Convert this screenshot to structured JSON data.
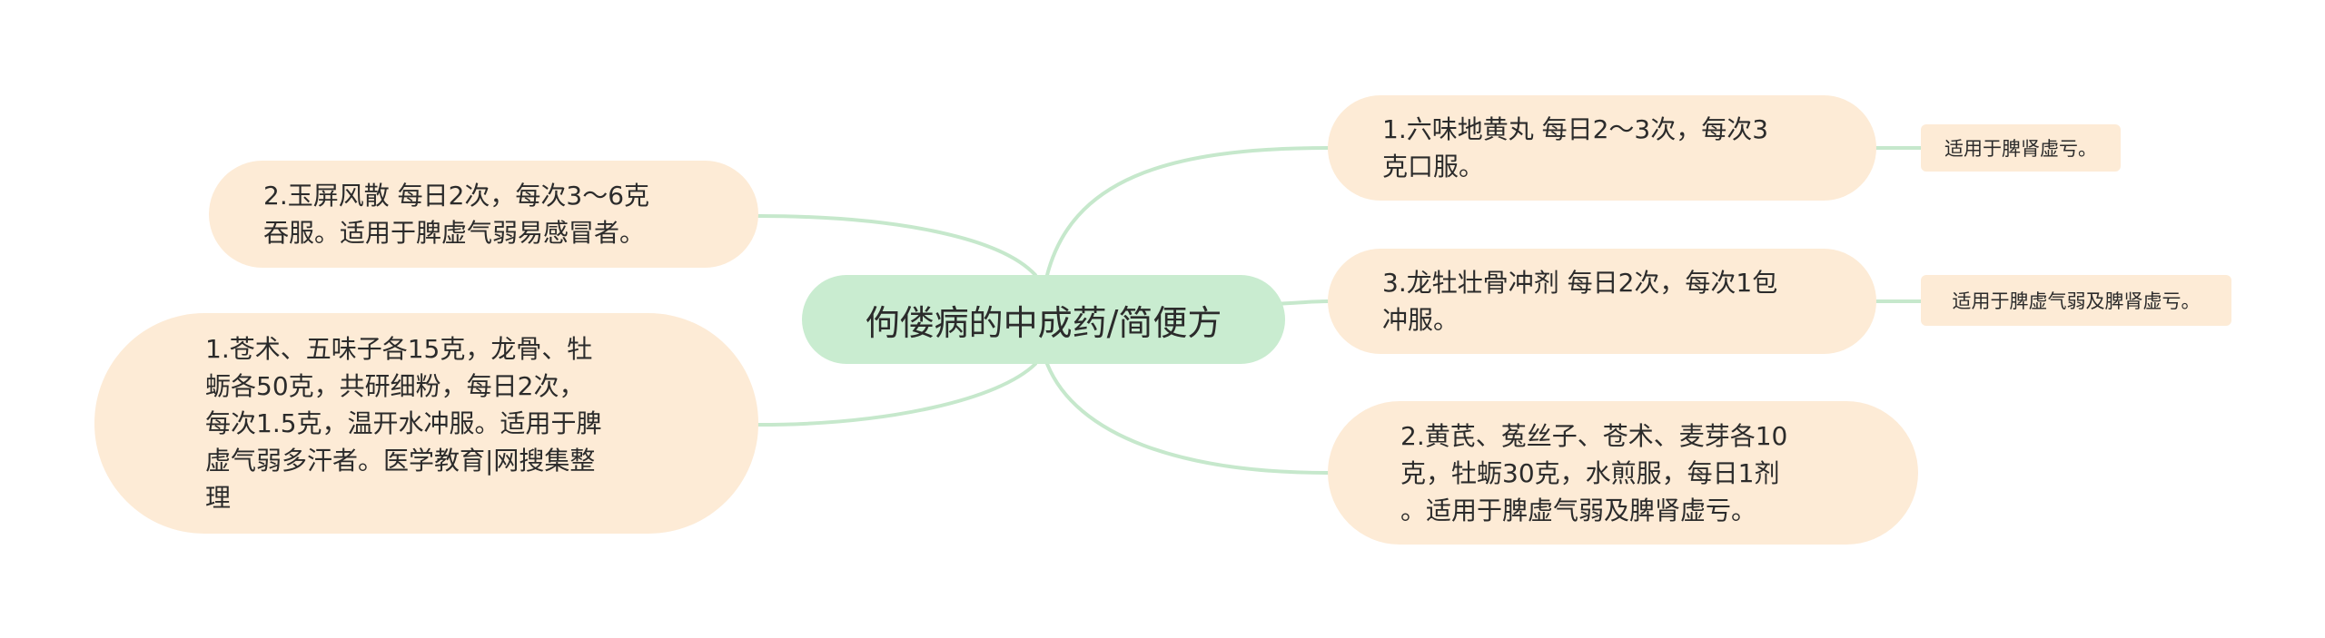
{
  "central": "佝偻病的中成药/简便方",
  "right_branches": [
    {
      "text": "1.六味地黄丸 每日2～3次，每次3\n克口服。",
      "note": "适用于脾肾虚亏。"
    },
    {
      "text": "3.龙牡壮骨冲剂 每日2次，每次1包\n冲服。",
      "note": "适用于脾虚气弱及脾肾虚亏。"
    },
    {
      "text": "2.黄芪、菟丝子、苍术、麦芽各10\n克，牡蛎30克，水煎服，每日1剂\n。适用于脾虚气弱及脾肾虚亏。"
    }
  ],
  "left_branches": [
    {
      "text": "2.玉屏风散 每日2次，每次3～6克\n吞服。适用于脾虚气弱易感冒者。"
    },
    {
      "text": "1.苍术、五味子各15克，龙骨、牡\n蛎各50克，共研细粉，每日2次，\n每次1.5克，温开水冲服。适用于脾\n虚气弱多汗者。医学教育|网搜集整\n理"
    }
  ],
  "colors": {
    "line": "#c6e8cc",
    "central_fill": "#c9ecd0",
    "topic_fill": "#fdebd6"
  }
}
